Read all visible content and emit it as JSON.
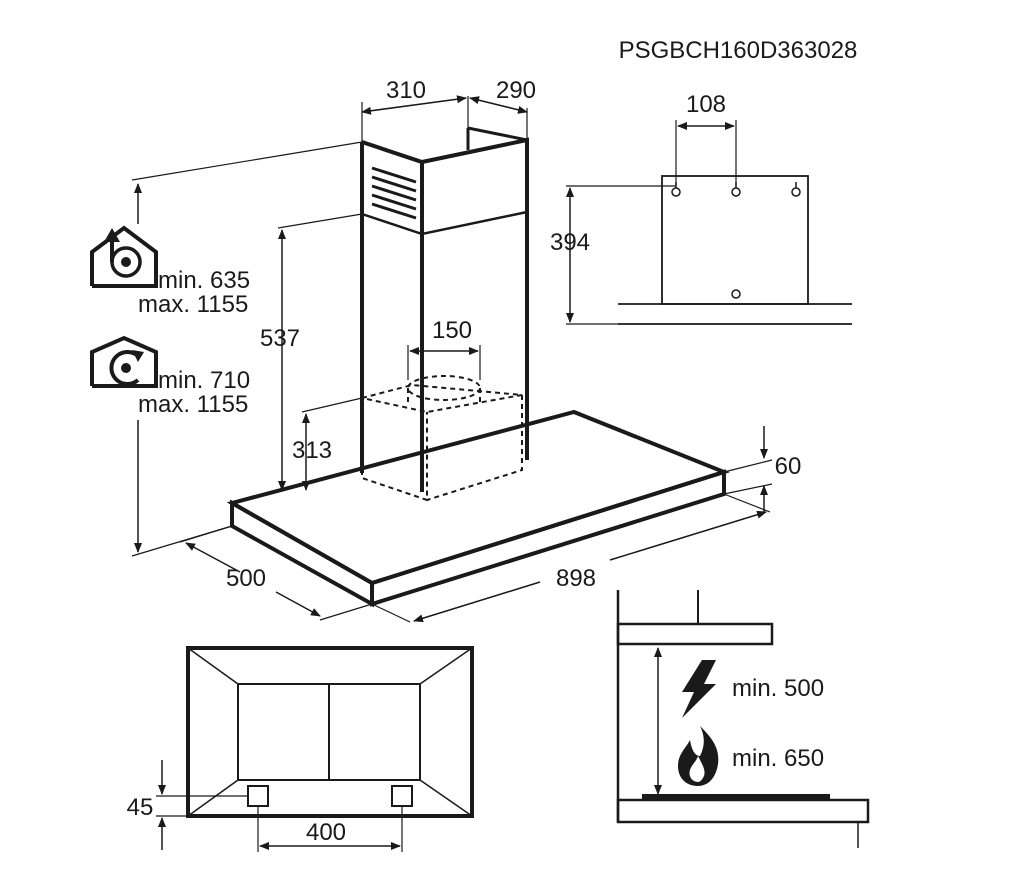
{
  "model": "PSGBCH160D363028",
  "top_view": {
    "chimney_width": "310",
    "chimney_depth": "290",
    "chimney_height": "537",
    "outlet_diameter": "150",
    "motor_height": "313",
    "canopy_height": "60",
    "canopy_depth": "500",
    "canopy_width": "898"
  },
  "mounting_bracket": {
    "hole_spacing": "108",
    "height": "394"
  },
  "installation_heights": {
    "extraction": {
      "min": "min. 635",
      "max": "max. 1155"
    },
    "recirculation": {
      "min": "min. 710",
      "max": "max. 1155"
    }
  },
  "underside": {
    "offset": "45",
    "spacing": "400"
  },
  "clearances": {
    "electric": "min. 500",
    "gas": "min. 650"
  },
  "icons": [
    "extraction-mode-icon",
    "recirculation-mode-icon",
    "electric-hob-icon",
    "gas-hob-icon"
  ]
}
